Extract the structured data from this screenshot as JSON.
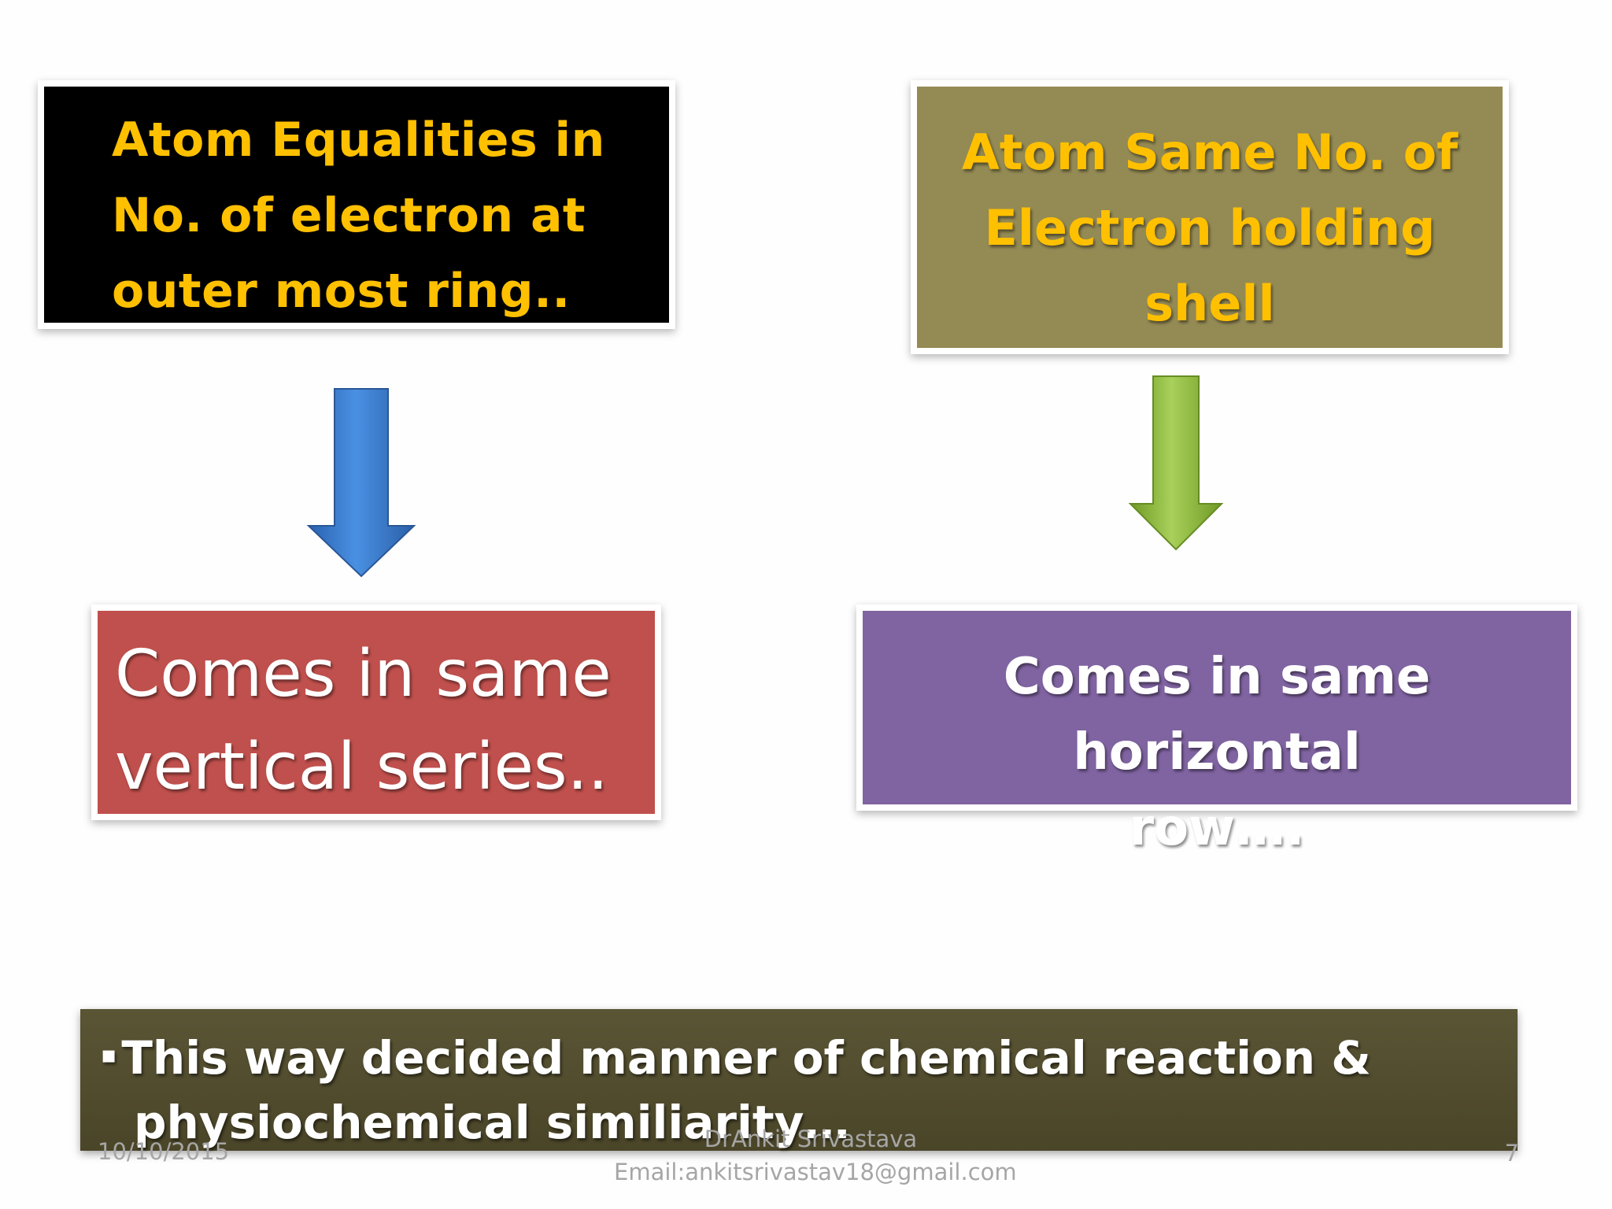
{
  "slide": {
    "box_top_left": {
      "lines": [
        "Atom Equalities in",
        "No. of electron at",
        "outer most ring.."
      ]
    },
    "box_top_right": {
      "lines": [
        "Atom Same No. of",
        "Electron holding",
        "shell"
      ]
    },
    "box_mid_left": {
      "lines": [
        "Comes in same",
        "vertical series.."
      ]
    },
    "box_mid_right": {
      "lines": [
        "Comes in same horizontal",
        "row…."
      ]
    },
    "bottom_bar": {
      "bullet": "▪",
      "line1": "This way decided manner of chemical reaction &",
      "line2": "physiochemical similiarity…"
    },
    "footer": {
      "date": "10/10/2015",
      "author": "DrAnkit Srivastava",
      "email": "Email:ankitsrivastav18@gmail.com",
      "page": "7"
    },
    "colors": {
      "box_top_left_bg": "#000000",
      "box_top_right_bg": "#948a54",
      "box_mid_left_bg": "#c0504d",
      "box_mid_right_bg": "#8064a2",
      "accent_text": "#ffc000",
      "arrow_left": "#3a7fd5",
      "arrow_right": "#8fc03a",
      "bottom_bar_bg": "#524d30"
    },
    "icons": {
      "left_arrow": "down-arrow-icon",
      "right_arrow": "down-arrow-icon",
      "bullet": "square-bullet-icon"
    }
  }
}
